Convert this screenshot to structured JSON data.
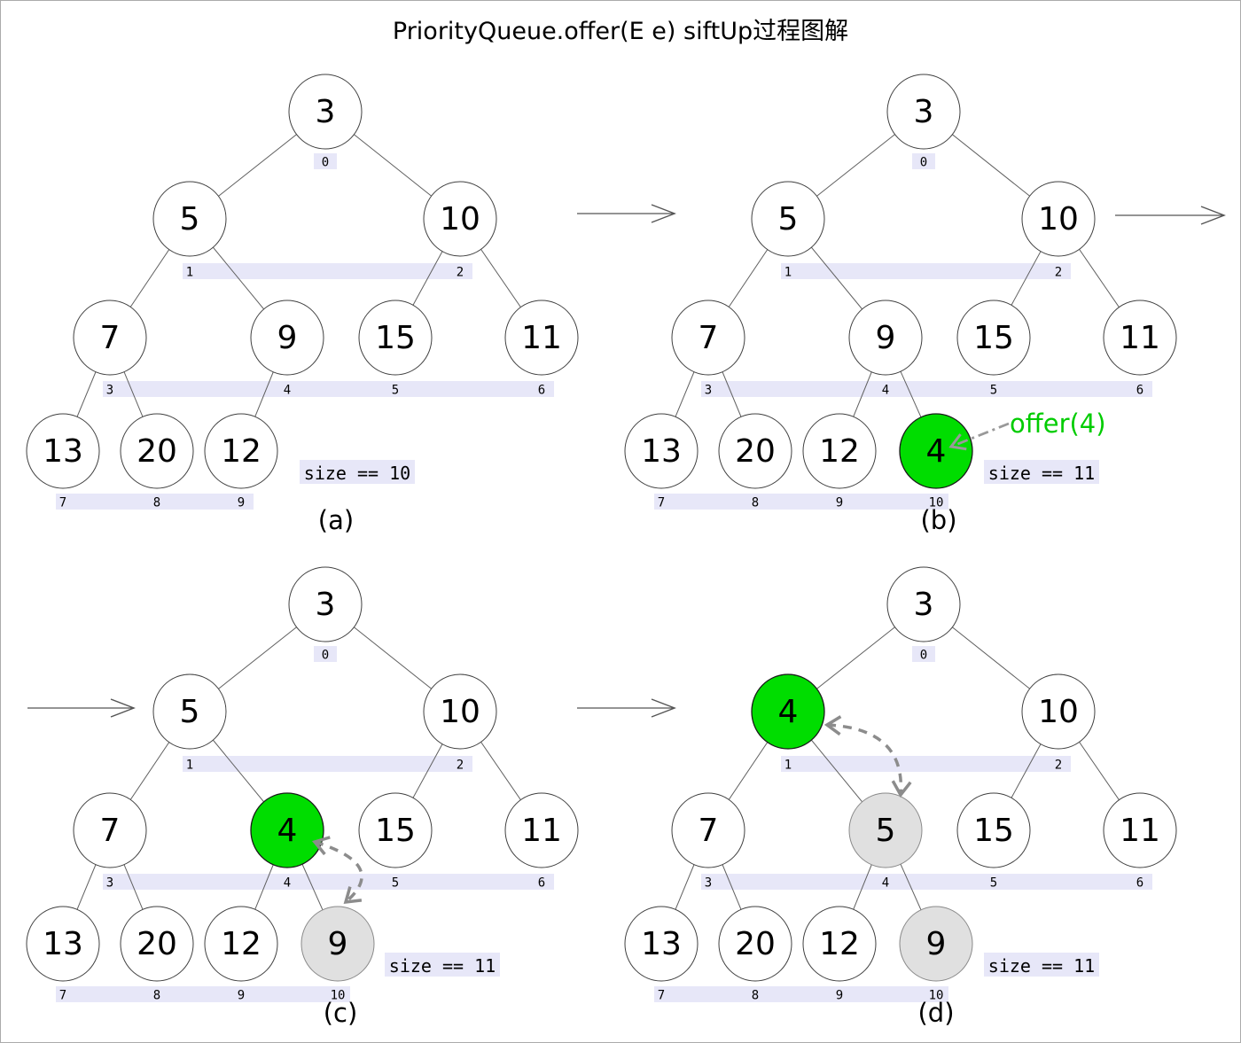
{
  "title": "PriorityQueue.offer(E e) siftUp过程图解",
  "colors": {
    "background": "#ffffff",
    "border": "#ababab",
    "node_fill": "#ffffff",
    "node_stroke": "#404040",
    "inserted_fill": "#00dd00",
    "inserted_stroke": "#1a1a1a",
    "shifted_fill": "#e0e0e0",
    "shifted_stroke": "#8a8a8a",
    "edge": "#606060",
    "band_bg": "#e7e7f8",
    "band_text": "#000000",
    "text": "#000000",
    "flow_arrow": "#555555",
    "swap_arrow": "#8c8c8c",
    "offer_arrow": "#999999",
    "offer_text": "#00cc00"
  },
  "panels": [
    {
      "id": "a",
      "caption": "(a)",
      "size_label": "size == 10",
      "nodes": [
        {
          "index": 0,
          "value": "3",
          "state": "normal"
        },
        {
          "index": 1,
          "value": "5",
          "state": "normal"
        },
        {
          "index": 2,
          "value": "10",
          "state": "normal"
        },
        {
          "index": 3,
          "value": "7",
          "state": "normal"
        },
        {
          "index": 4,
          "value": "9",
          "state": "normal"
        },
        {
          "index": 5,
          "value": "15",
          "state": "normal"
        },
        {
          "index": 6,
          "value": "11",
          "state": "normal"
        },
        {
          "index": 7,
          "value": "13",
          "state": "normal"
        },
        {
          "index": 8,
          "value": "20",
          "state": "normal"
        },
        {
          "index": 9,
          "value": "12",
          "state": "normal"
        }
      ]
    },
    {
      "id": "b",
      "caption": "(b)",
      "size_label": "size == 11",
      "annotation": "offer(4)",
      "nodes": [
        {
          "index": 0,
          "value": "3",
          "state": "normal"
        },
        {
          "index": 1,
          "value": "5",
          "state": "normal"
        },
        {
          "index": 2,
          "value": "10",
          "state": "normal"
        },
        {
          "index": 3,
          "value": "7",
          "state": "normal"
        },
        {
          "index": 4,
          "value": "9",
          "state": "normal"
        },
        {
          "index": 5,
          "value": "15",
          "state": "normal"
        },
        {
          "index": 6,
          "value": "11",
          "state": "normal"
        },
        {
          "index": 7,
          "value": "13",
          "state": "normal"
        },
        {
          "index": 8,
          "value": "20",
          "state": "normal"
        },
        {
          "index": 9,
          "value": "12",
          "state": "normal"
        },
        {
          "index": 10,
          "value": "4",
          "state": "inserted"
        }
      ]
    },
    {
      "id": "c",
      "caption": "(c)",
      "size_label": "size == 11",
      "swap": {
        "from": 4,
        "to": 10
      },
      "nodes": [
        {
          "index": 0,
          "value": "3",
          "state": "normal"
        },
        {
          "index": 1,
          "value": "5",
          "state": "normal"
        },
        {
          "index": 2,
          "value": "10",
          "state": "normal"
        },
        {
          "index": 3,
          "value": "7",
          "state": "normal"
        },
        {
          "index": 4,
          "value": "4",
          "state": "inserted"
        },
        {
          "index": 5,
          "value": "15",
          "state": "normal"
        },
        {
          "index": 6,
          "value": "11",
          "state": "normal"
        },
        {
          "index": 7,
          "value": "13",
          "state": "normal"
        },
        {
          "index": 8,
          "value": "20",
          "state": "normal"
        },
        {
          "index": 9,
          "value": "12",
          "state": "normal"
        },
        {
          "index": 10,
          "value": "9",
          "state": "shifted"
        }
      ]
    },
    {
      "id": "d",
      "caption": "(d)",
      "size_label": "size == 11",
      "swap": {
        "from": 1,
        "to": 4
      },
      "nodes": [
        {
          "index": 0,
          "value": "3",
          "state": "normal"
        },
        {
          "index": 1,
          "value": "4",
          "state": "inserted"
        },
        {
          "index": 2,
          "value": "10",
          "state": "normal"
        },
        {
          "index": 3,
          "value": "7",
          "state": "normal"
        },
        {
          "index": 4,
          "value": "5",
          "state": "shifted"
        },
        {
          "index": 5,
          "value": "15",
          "state": "normal"
        },
        {
          "index": 6,
          "value": "11",
          "state": "normal"
        },
        {
          "index": 7,
          "value": "13",
          "state": "normal"
        },
        {
          "index": 8,
          "value": "20",
          "state": "normal"
        },
        {
          "index": 9,
          "value": "12",
          "state": "normal"
        },
        {
          "index": 10,
          "value": "9",
          "state": "shifted"
        }
      ]
    }
  ],
  "flow_arrows": [
    {
      "id": "arrow-a-to-b"
    },
    {
      "id": "arrow-b-out"
    },
    {
      "id": "arrow-into-c"
    },
    {
      "id": "arrow-c-to-d"
    }
  ]
}
